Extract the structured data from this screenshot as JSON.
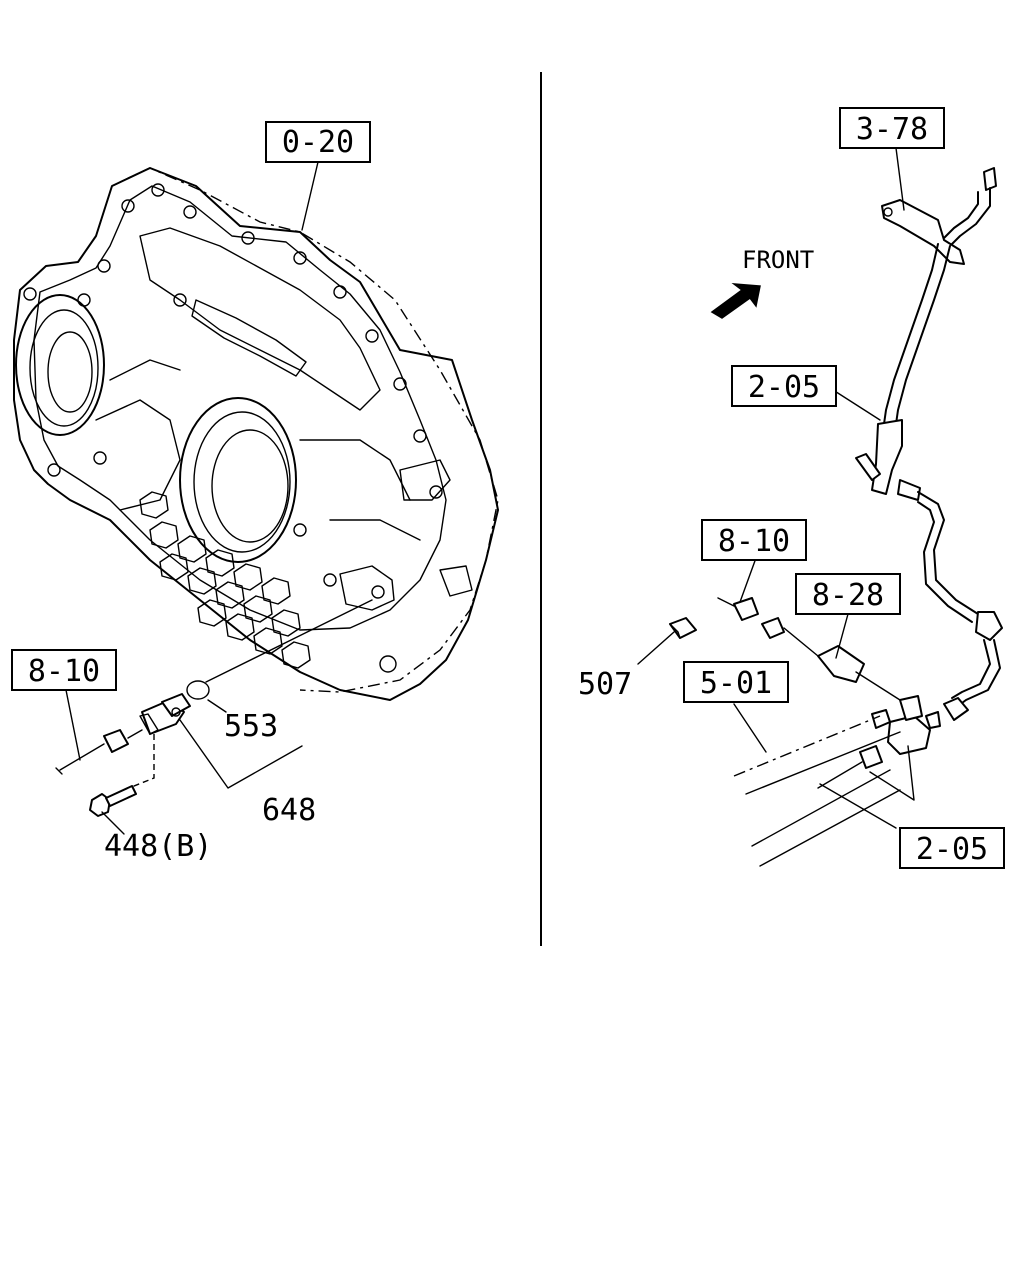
{
  "refs": {
    "ref_0_20": "0-20",
    "ref_3_78": "3-78",
    "ref_2_05_top": "2-05",
    "ref_8_10_left": "8-10",
    "ref_8_10_right": "8-10",
    "ref_8_28": "8-28",
    "ref_5_01": "5-01",
    "ref_2_05_bottom": "2-05"
  },
  "parts": {
    "p553": "553",
    "p648": "648",
    "p448": "448(B)",
    "p507": "507"
  },
  "front_label": "FRONT",
  "icons": [
    "front-arrow-icon"
  ]
}
